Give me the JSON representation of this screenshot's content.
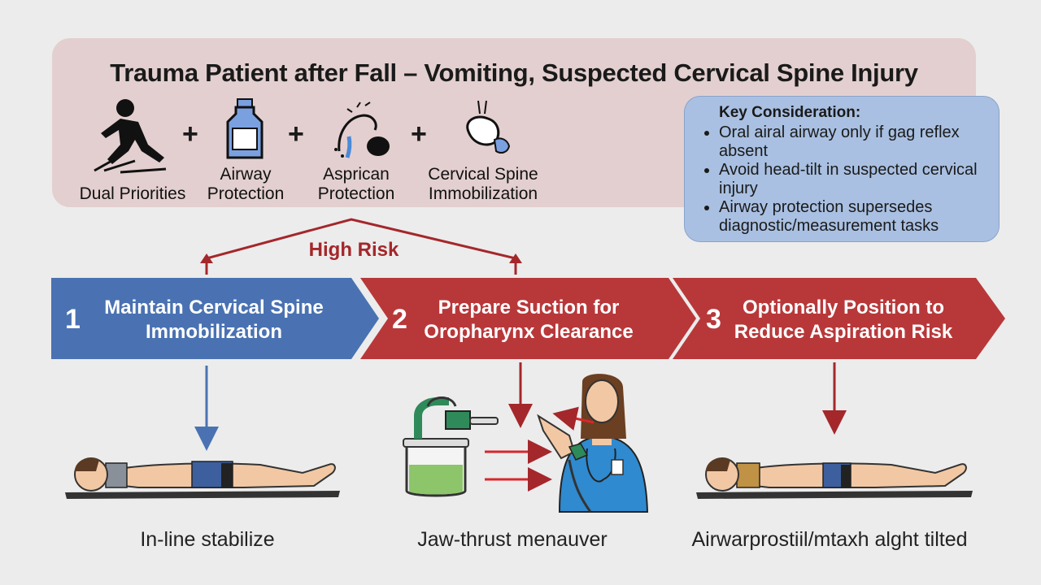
{
  "title": "Trauma Patient after Fall – Vomiting, Suspected Cervical Spine Injury",
  "priority_icons": [
    {
      "icon": "falling-person-icon",
      "label": "Dual Priorities"
    },
    {
      "icon": "bottle-icon",
      "label_line1": "Airway",
      "label_line2": "Protection"
    },
    {
      "icon": "vomiting-icon",
      "label_line1": "Asprican",
      "label_line2": "Protection"
    },
    {
      "icon": "head-collar-icon",
      "label_line1": "Cervical Spine",
      "label_line2": "Immobilization"
    }
  ],
  "plus_sign": "+",
  "key_consideration": {
    "heading": "Key Consideration:",
    "items": [
      "Oral airal airway only if gag reflex absent",
      "Avoid head-tilt in suspected cervical injury",
      "Airway protection supersedes diagnostic/measurement tasks"
    ]
  },
  "risk_label": "High Risk",
  "steps": [
    {
      "number": "1",
      "line1": "Maintain Cervical Spine",
      "line2": "Immobilization",
      "color": "#4a72b2"
    },
    {
      "number": "2",
      "line1": "Prepare Suction for",
      "line2": "Oropharynx Clearance",
      "color": "#b8383a"
    },
    {
      "number": "3",
      "line1": "Optionally Position to",
      "line2": "Reduce Aspiration Risk",
      "color": "#b8383a"
    }
  ],
  "captions": [
    "In-line stabilize",
    "Jaw-thrust menauver",
    "Airwarprostiil/mtaxh alght tilted"
  ],
  "colors": {
    "blue": "#4a72b2",
    "red": "#b8383a",
    "dark_red": "#a4272b",
    "panel": "#e3cfcf",
    "key_box": "#a9c0e2"
  }
}
